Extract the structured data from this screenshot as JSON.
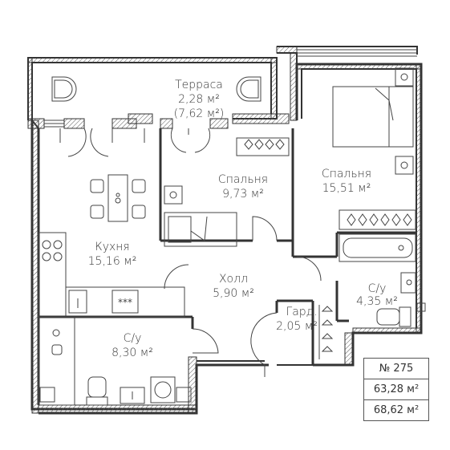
{
  "rooms": {
    "terrace": {
      "name": "Терраса",
      "area": "2,28 м²",
      "area_extra": "(7,62 м²)"
    },
    "bedroom_small": {
      "name": "Спальня",
      "area": "9,73 м²"
    },
    "bedroom_large": {
      "name": "Спальня",
      "area": "15,51 м²"
    },
    "kitchen": {
      "name": "Кухня",
      "area": "15,16 м²"
    },
    "hall": {
      "name": "Холл",
      "area": "5,90 м²"
    },
    "wardrobe": {
      "name": "Гард.",
      "area": "2,05 м²"
    },
    "bathroom_small": {
      "name": "С/у",
      "area": "4,35 м²"
    },
    "bathroom_large": {
      "name": "С/у",
      "area": "8,30 м²"
    }
  },
  "info": {
    "number": "№ 275",
    "area_total": "63,28 м²",
    "area_with_terrace": "68,62 м²"
  },
  "stove_marks": "***"
}
